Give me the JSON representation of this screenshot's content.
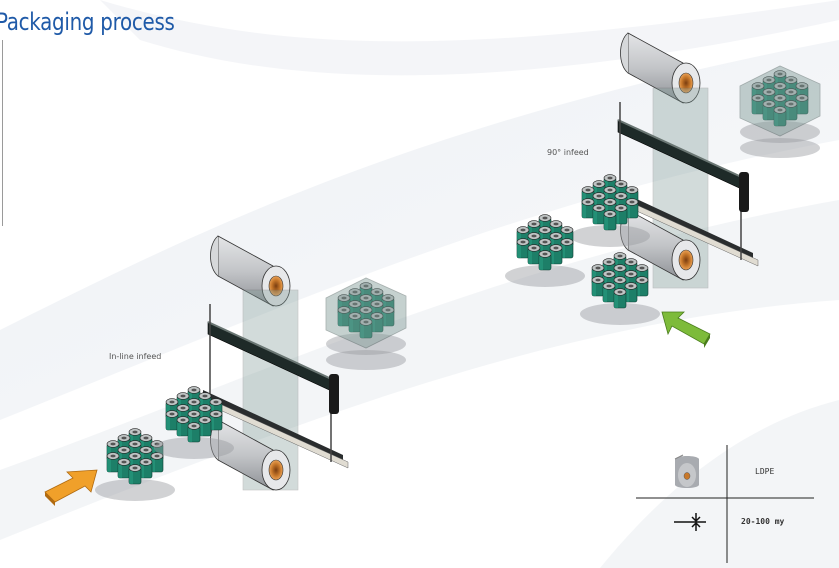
{
  "title": "Packaging process",
  "scenes": [
    {
      "id": "inline",
      "label": "In-line infeed",
      "arrow_color": "#f0a02a"
    },
    {
      "id": "ninety",
      "label": "90° infeed",
      "arrow_color": "#7dbb3a"
    }
  ],
  "spec_table": {
    "material": {
      "icon": "film-roll-icon",
      "value": "LDPE"
    },
    "thickness": {
      "icon": "thickness-icon",
      "value": "20-100 my"
    }
  },
  "colors": {
    "title": "#1f5aa8",
    "can_green": "#1d7f68",
    "roll_gray": "#c8cacd",
    "roll_core": "#c8782a",
    "film": "#7f9a96"
  }
}
